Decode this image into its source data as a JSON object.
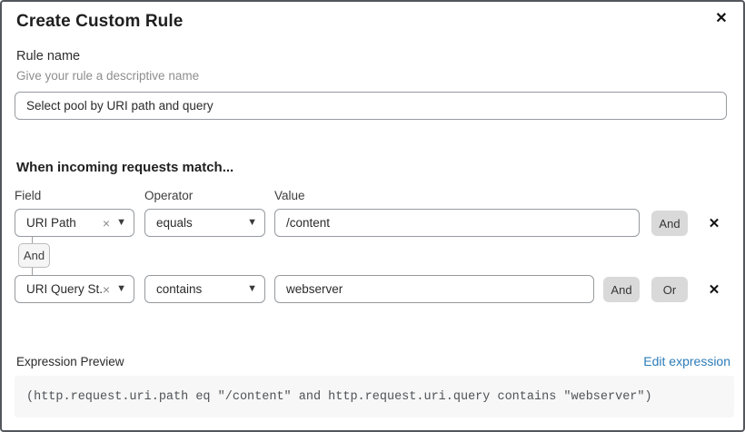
{
  "dialog": {
    "title": "Create Custom Rule",
    "close_icon": "✕"
  },
  "rule_name": {
    "label": "Rule name",
    "helper": "Give your rule a descriptive name",
    "value": "Select pool by URI path and query"
  },
  "match_section": {
    "heading": "When incoming requests match...",
    "columns": {
      "field": "Field",
      "operator": "Operator",
      "value": "Value"
    },
    "rows": [
      {
        "field": "URI Path",
        "operator": "equals",
        "value": "/content",
        "and_button": "And",
        "delete_icon": "✕"
      },
      {
        "field": "URI Query St...",
        "operator": "contains",
        "value": "webserver",
        "and_button": "And",
        "or_button": "Or",
        "delete_icon": "✕"
      }
    ],
    "connector": "And",
    "select_clear_icon": "×",
    "select_caret_icon": "▼"
  },
  "expression": {
    "label": "Expression Preview",
    "edit_link": "Edit expression",
    "code": "(http.request.uri.path eq \"/content\" and http.request.uri.query contains \"webserver\")"
  },
  "colors": {
    "link_blue": "#2c7cb8",
    "button_gray": "#d9d9d9",
    "code_bg": "#f7f7f7",
    "border_gray": "#969a9e"
  }
}
